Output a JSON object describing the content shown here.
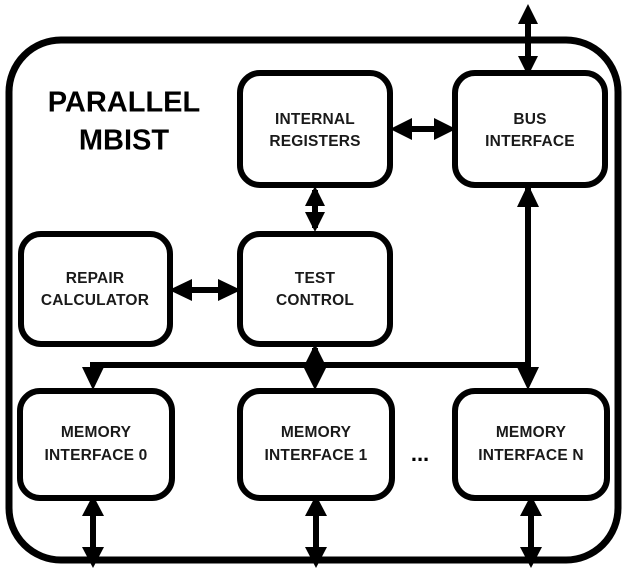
{
  "diagram": {
    "title_line1": "PARALLEL",
    "title_line2": "MBIST",
    "ellipsis": "...",
    "colors": {
      "stroke": "#000000",
      "fill": "#ffffff",
      "text": "#1a1a1a"
    },
    "blocks": [
      {
        "id": "internal-registers",
        "line1": "INTERNAL",
        "line2": "REGISTERS"
      },
      {
        "id": "bus-interface",
        "line1": "BUS",
        "line2": "INTERFACE"
      },
      {
        "id": "repair-calculator",
        "line1": "REPAIR",
        "line2": "CALCULATOR"
      },
      {
        "id": "test-control",
        "line1": "TEST",
        "line2": "CONTROL"
      },
      {
        "id": "memory-interface-0",
        "line1": "MEMORY",
        "line2": "INTERFACE 0"
      },
      {
        "id": "memory-interface-1",
        "line1": "MEMORY",
        "line2": "INTERFACE 1"
      },
      {
        "id": "memory-interface-n",
        "line1": "MEMORY",
        "line2": "INTERFACE N"
      }
    ],
    "connections": [
      {
        "id": "external-bus-top",
        "from": "outside",
        "to": "bus-interface",
        "kind": "bidirectional"
      },
      {
        "id": "internal-registers-to-bus-interface",
        "from": "internal-registers",
        "to": "bus-interface",
        "kind": "bidirectional"
      },
      {
        "id": "internal-registers-to-test-control",
        "from": "internal-registers",
        "to": "test-control",
        "kind": "bidirectional"
      },
      {
        "id": "repair-calculator-to-test-control",
        "from": "repair-calculator",
        "to": "test-control",
        "kind": "bidirectional"
      },
      {
        "id": "bus-interface-to-memory-interface-n",
        "from": "bus-interface",
        "to": "memory-interface-n",
        "kind": "unidirectional"
      },
      {
        "id": "test-control-memory-bus",
        "from": "test-control",
        "to": "memory-interfaces",
        "kind": "bus"
      },
      {
        "id": "memory-interface-0-external",
        "from": "memory-interface-0",
        "to": "outside",
        "kind": "bidirectional"
      },
      {
        "id": "memory-interface-1-external",
        "from": "memory-interface-1",
        "to": "outside",
        "kind": "bidirectional"
      },
      {
        "id": "memory-interface-n-external",
        "from": "memory-interface-n",
        "to": "outside",
        "kind": "bidirectional"
      }
    ]
  }
}
